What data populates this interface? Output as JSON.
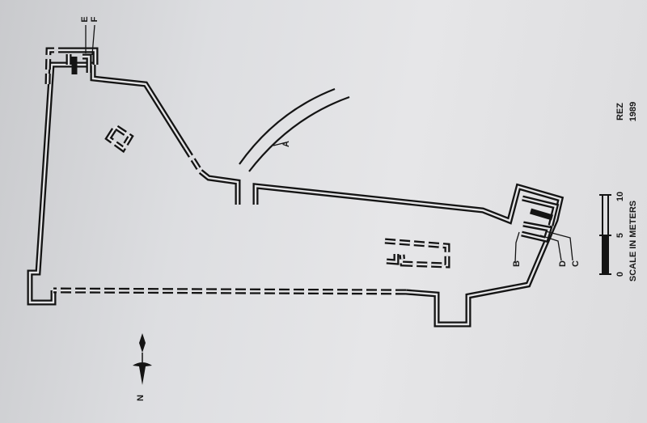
{
  "labels": {
    "a": "A",
    "b": "B",
    "c": "C",
    "d": "D",
    "e": "E",
    "f": "F"
  },
  "scale": {
    "title": "SCALE IN METERS",
    "ticks": [
      "0",
      "5",
      "10"
    ]
  },
  "credit": {
    "initials": "REZ",
    "year": "1989"
  },
  "north": {
    "label": "N"
  },
  "colors": {
    "ink": "#141414",
    "paper": "#e4e4e6"
  }
}
